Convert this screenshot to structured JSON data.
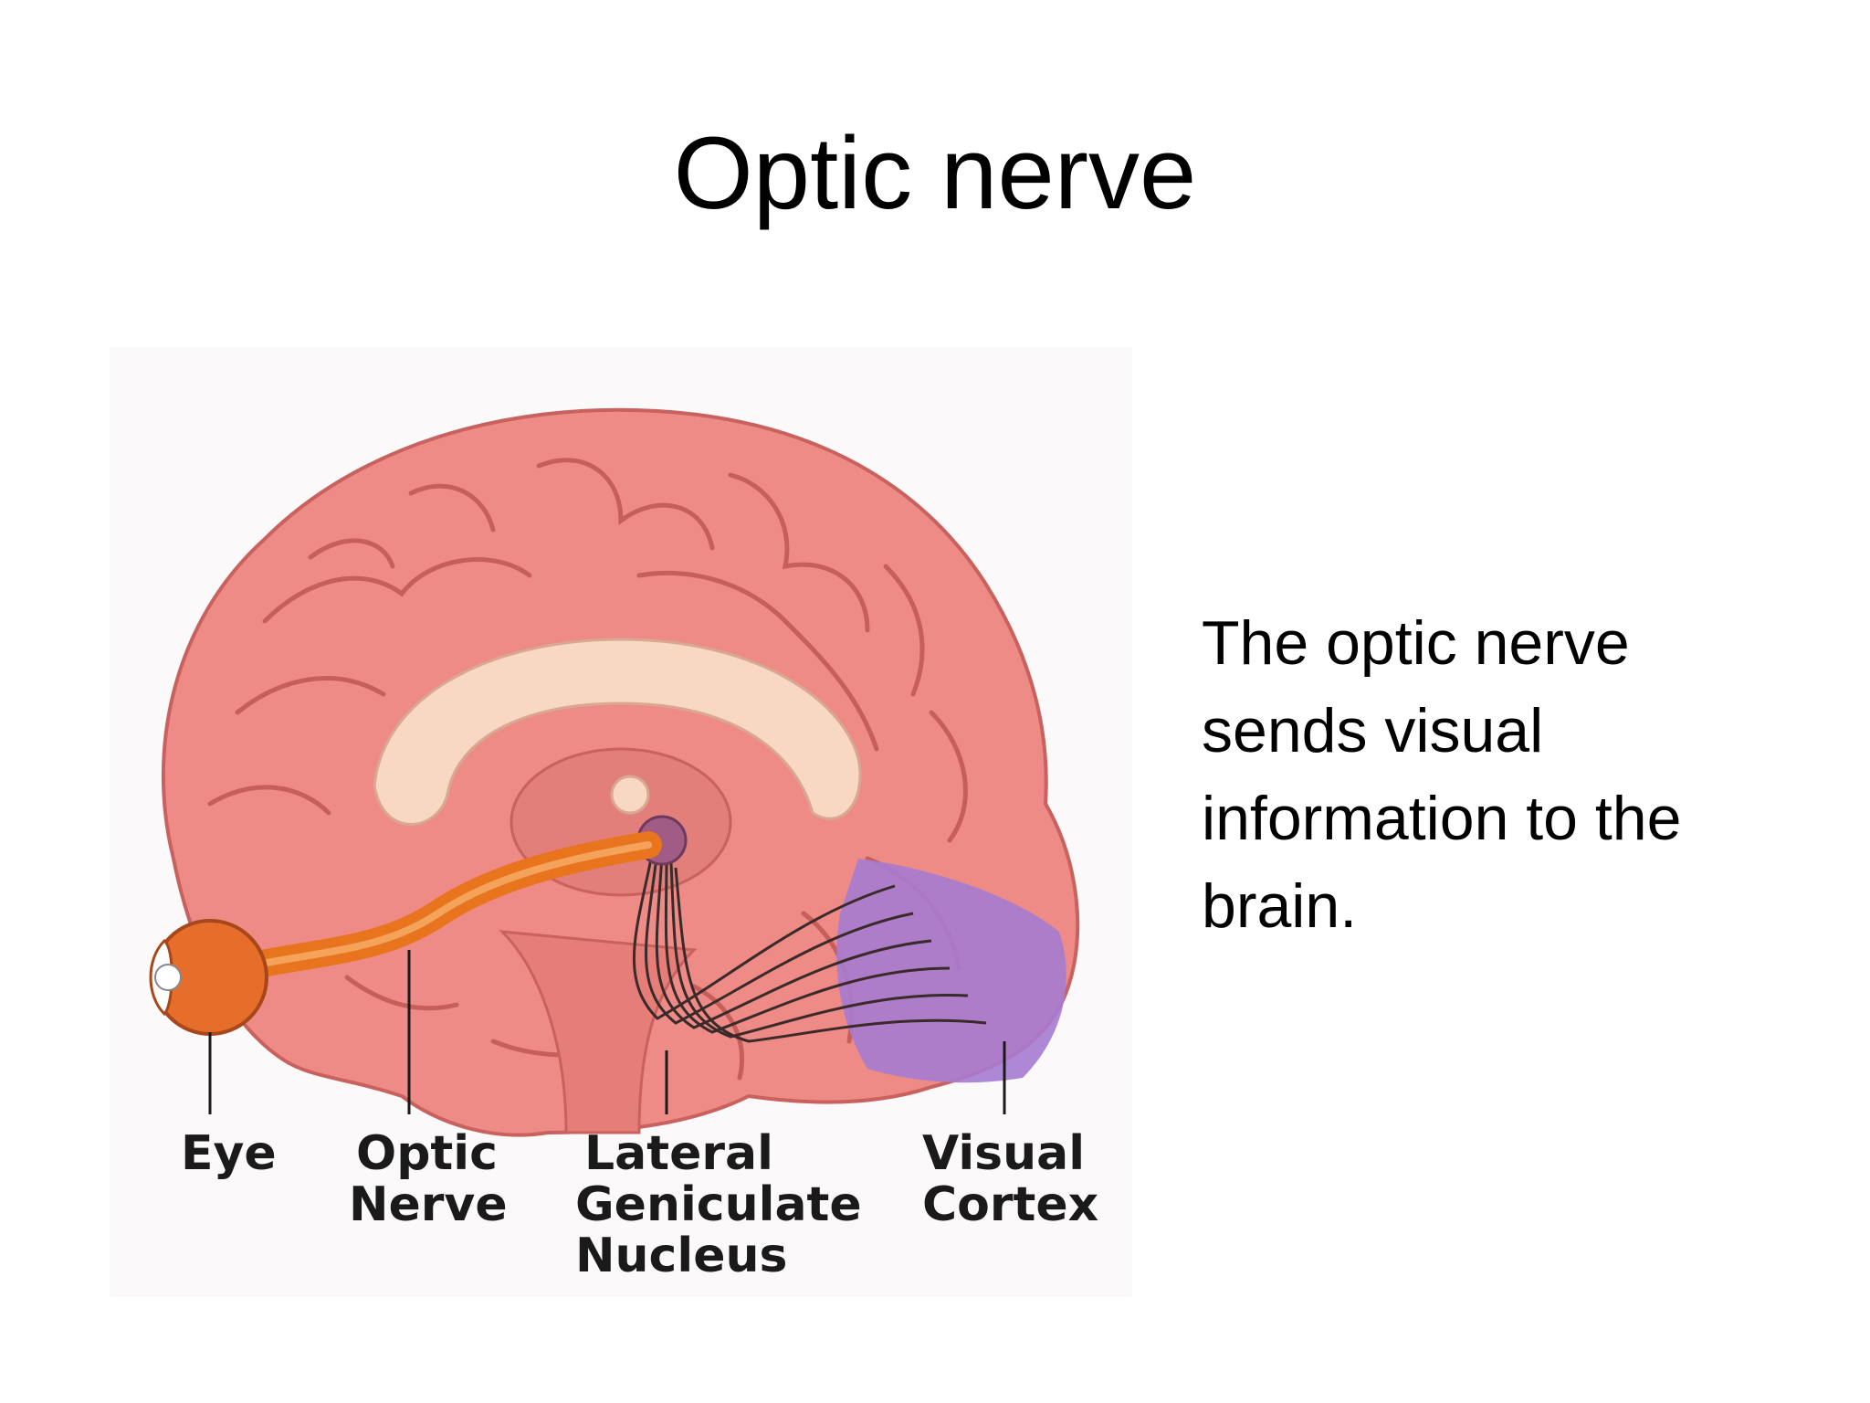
{
  "slide": {
    "title": "Optic nerve",
    "body": "The optic nerve sends visual information to the brain."
  },
  "figure": {
    "labels": {
      "eye": "Eye",
      "optic_nerve_line1": "Optic",
      "optic_nerve_line2": "Nerve",
      "lgn_line1": "Lateral",
      "lgn_line2": "Geniculate",
      "lgn_line3": "Nucleus",
      "cortex_line1": "Visual",
      "cortex_line2": "Cortex"
    },
    "colors": {
      "brain": "#ee8b86",
      "brain_dark": "#c9615e",
      "white_matter": "#f8d8c3",
      "optic_nerve": "#e8741e",
      "visual_cortex": "#a67bd0",
      "lgn": "#a15c86"
    }
  }
}
